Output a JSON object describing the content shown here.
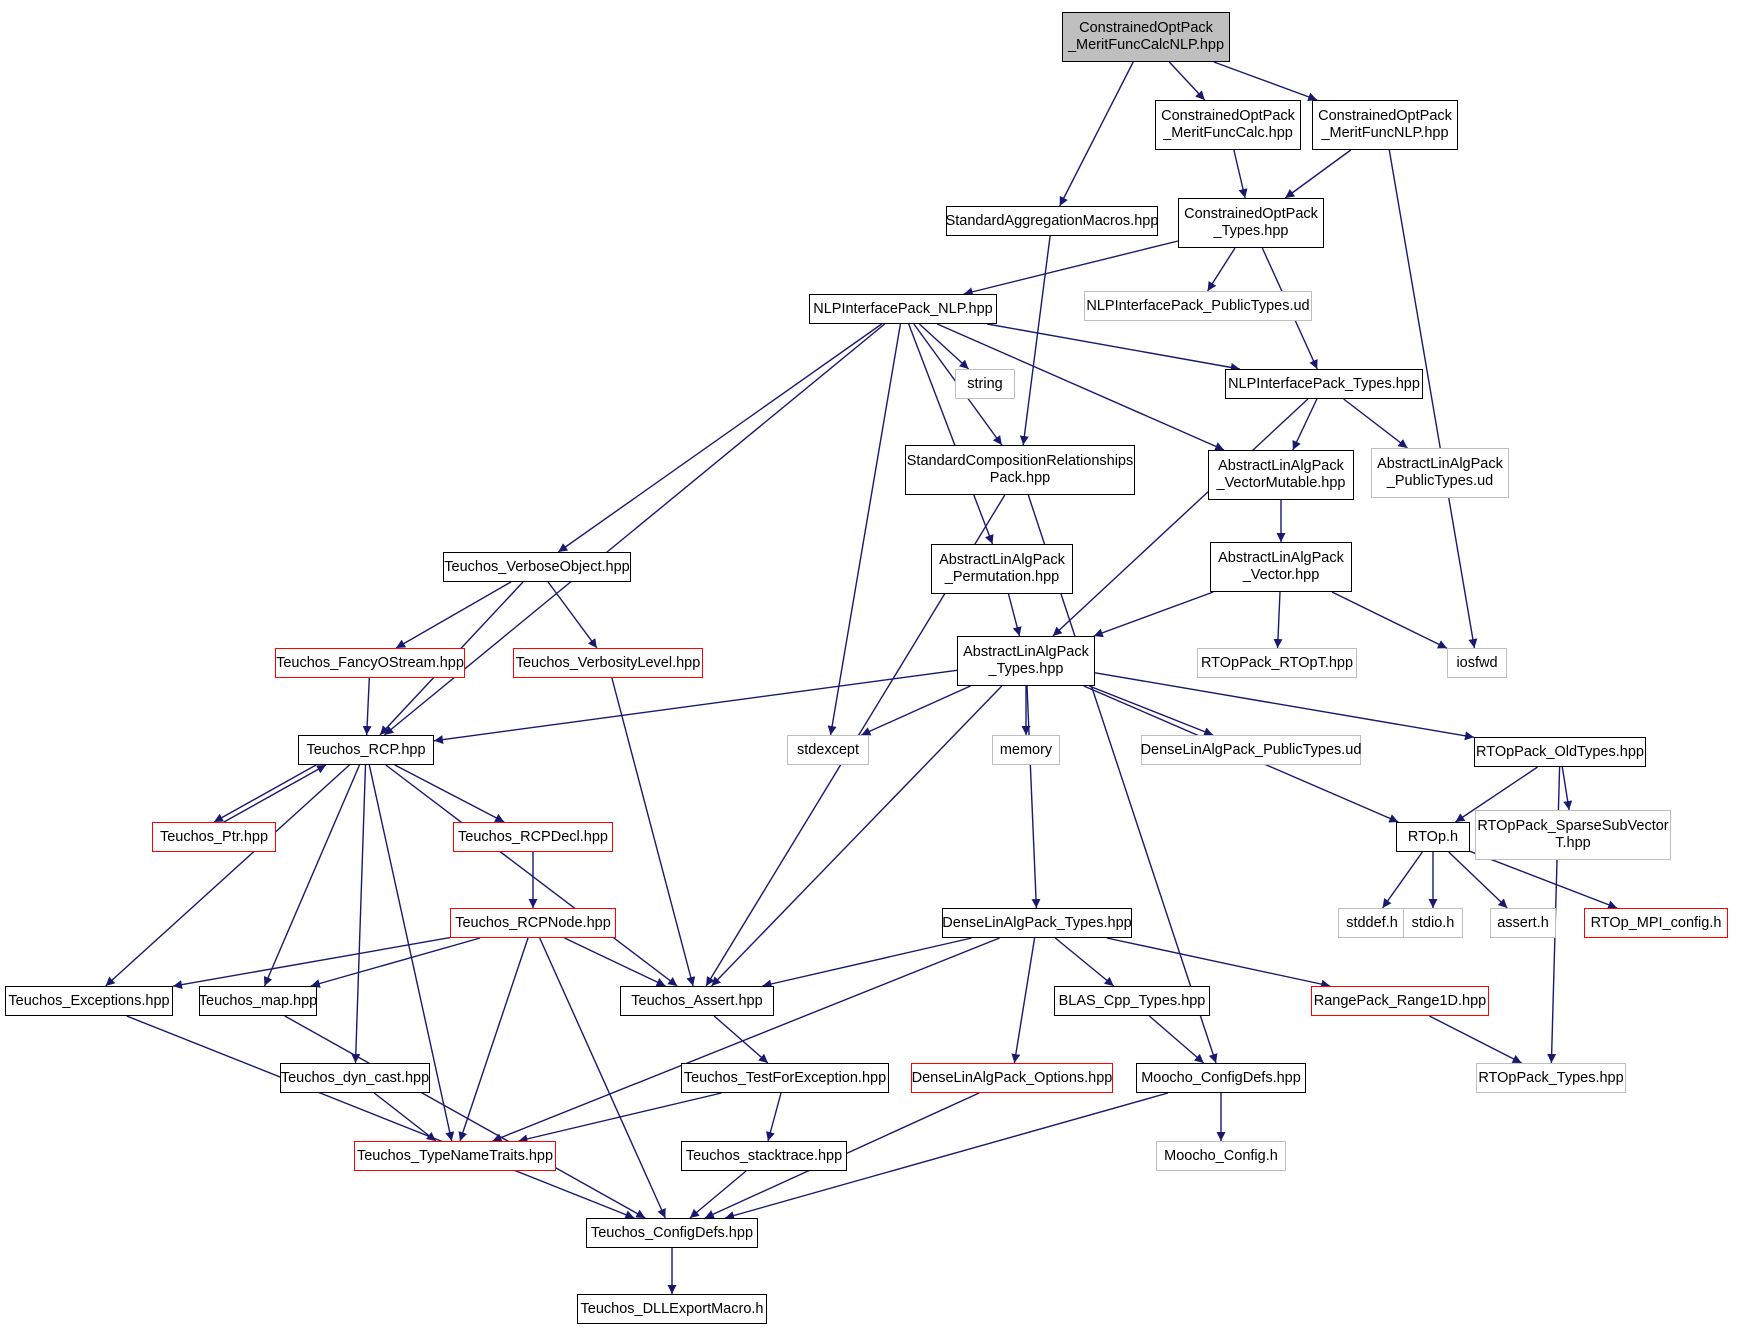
{
  "diagram": {
    "edge_color": "#191970",
    "nodes": [
      {
        "id": "root",
        "lines": [
          "ConstrainedOptPack",
          "_MeritFuncCalcNLP.hpp"
        ],
        "style": "root"
      },
      {
        "id": "sam",
        "lines": [
          "StandardAggregationMacros.hpp"
        ],
        "style": "normal"
      },
      {
        "id": "mfc",
        "lines": [
          "ConstrainedOptPack",
          "_MeritFuncCalc.hpp"
        ],
        "style": "normal"
      },
      {
        "id": "mfnlp",
        "lines": [
          "ConstrainedOptPack",
          "_MeritFuncNLP.hpp"
        ],
        "style": "normal"
      },
      {
        "id": "cotypes",
        "lines": [
          "ConstrainedOptPack",
          "_Types.hpp"
        ],
        "style": "normal"
      },
      {
        "id": "nlp",
        "lines": [
          "NLPInterfacePack_NLP.hpp"
        ],
        "style": "normal"
      },
      {
        "id": "nlpud",
        "lines": [
          "NLPInterfacePack_PublicTypes.ud"
        ],
        "style": "gray"
      },
      {
        "id": "string",
        "lines": [
          "string"
        ],
        "style": "gray"
      },
      {
        "id": "nlptypes",
        "lines": [
          "NLPInterfacePack_Types.hpp"
        ],
        "style": "normal"
      },
      {
        "id": "scr",
        "lines": [
          "StandardCompositionRelationships",
          "Pack.hpp"
        ],
        "style": "normal"
      },
      {
        "id": "vm",
        "lines": [
          "AbstractLinAlgPack",
          "_VectorMutable.hpp"
        ],
        "style": "normal"
      },
      {
        "id": "alapud",
        "lines": [
          "AbstractLinAlgPack",
          "_PublicTypes.ud"
        ],
        "style": "gray"
      },
      {
        "id": "vo",
        "lines": [
          "Teuchos_VerboseObject.hpp"
        ],
        "style": "normal"
      },
      {
        "id": "perm",
        "lines": [
          "AbstractLinAlgPack",
          "_Permutation.hpp"
        ],
        "style": "normal"
      },
      {
        "id": "vec",
        "lines": [
          "AbstractLinAlgPack",
          "_Vector.hpp"
        ],
        "style": "normal"
      },
      {
        "id": "fos",
        "lines": [
          "Teuchos_FancyOStream.hpp"
        ],
        "style": "red"
      },
      {
        "id": "vl",
        "lines": [
          "Teuchos_VerbosityLevel.hpp"
        ],
        "style": "red"
      },
      {
        "id": "alaptypes",
        "lines": [
          "AbstractLinAlgPack",
          "_Types.hpp"
        ],
        "style": "normal"
      },
      {
        "id": "rtopt",
        "lines": [
          "RTOpPack_RTOpT.hpp"
        ],
        "style": "gray"
      },
      {
        "id": "iosfwd",
        "lines": [
          "iosfwd"
        ],
        "style": "gray"
      },
      {
        "id": "rcp",
        "lines": [
          "Teuchos_RCP.hpp"
        ],
        "style": "normal"
      },
      {
        "id": "stdexcept",
        "lines": [
          "stdexcept"
        ],
        "style": "gray"
      },
      {
        "id": "memory",
        "lines": [
          "memory"
        ],
        "style": "gray"
      },
      {
        "id": "dlapud",
        "lines": [
          "DenseLinAlgPack_PublicTypes.ud"
        ],
        "style": "gray"
      },
      {
        "id": "oldtypes",
        "lines": [
          "RTOpPack_OldTypes.hpp"
        ],
        "style": "normal"
      },
      {
        "id": "ptr",
        "lines": [
          "Teuchos_Ptr.hpp"
        ],
        "style": "red"
      },
      {
        "id": "rcpdecl",
        "lines": [
          "Teuchos_RCPDecl.hpp"
        ],
        "style": "red"
      },
      {
        "id": "rtoph",
        "lines": [
          "RTOp.h"
        ],
        "style": "normal"
      },
      {
        "id": "sparse",
        "lines": [
          "RTOpPack_SparseSubVector",
          "T.hpp"
        ],
        "style": "gray"
      },
      {
        "id": "rcpnode",
        "lines": [
          "Teuchos_RCPNode.hpp"
        ],
        "style": "red"
      },
      {
        "id": "dlaptypes",
        "lines": [
          "DenseLinAlgPack_Types.hpp"
        ],
        "style": "normal"
      },
      {
        "id": "stddef",
        "lines": [
          "stddef.h"
        ],
        "style": "gray"
      },
      {
        "id": "stdio",
        "lines": [
          "stdio.h"
        ],
        "style": "gray"
      },
      {
        "id": "assert",
        "lines": [
          "assert.h"
        ],
        "style": "gray"
      },
      {
        "id": "mpi",
        "lines": [
          "RTOp_MPI_config.h"
        ],
        "style": "red"
      },
      {
        "id": "exc",
        "lines": [
          "Teuchos_Exceptions.hpp"
        ],
        "style": "normal"
      },
      {
        "id": "map",
        "lines": [
          "Teuchos_map.hpp"
        ],
        "style": "normal"
      },
      {
        "id": "tassert",
        "lines": [
          "Teuchos_Assert.hpp"
        ],
        "style": "normal"
      },
      {
        "id": "blas",
        "lines": [
          "BLAS_Cpp_Types.hpp"
        ],
        "style": "normal"
      },
      {
        "id": "range",
        "lines": [
          "RangePack_Range1D.hpp"
        ],
        "style": "red"
      },
      {
        "id": "dyncast",
        "lines": [
          "Teuchos_dyn_cast.hpp"
        ],
        "style": "normal"
      },
      {
        "id": "tfe",
        "lines": [
          "Teuchos_TestForException.hpp"
        ],
        "style": "normal"
      },
      {
        "id": "dlapopt",
        "lines": [
          "DenseLinAlgPack_Options.hpp"
        ],
        "style": "red"
      },
      {
        "id": "mcd",
        "lines": [
          "Moocho_ConfigDefs.hpp"
        ],
        "style": "normal"
      },
      {
        "id": "rtoptypes",
        "lines": [
          "RTOpPack_Types.hpp"
        ],
        "style": "gray"
      },
      {
        "id": "tnt",
        "lines": [
          "Teuchos_TypeNameTraits.hpp"
        ],
        "style": "red"
      },
      {
        "id": "stack",
        "lines": [
          "Teuchos_stacktrace.hpp"
        ],
        "style": "normal"
      },
      {
        "id": "mconfig",
        "lines": [
          "Moocho_Config.h"
        ],
        "style": "gray"
      },
      {
        "id": "tcd",
        "lines": [
          "Teuchos_ConfigDefs.hpp"
        ],
        "style": "normal"
      },
      {
        "id": "dll",
        "lines": [
          "Teuchos_DLLExportMacro.h"
        ],
        "style": "normal"
      }
    ],
    "edges": [
      [
        "root",
        "sam"
      ],
      [
        "root",
        "mfc"
      ],
      [
        "root",
        "mfnlp"
      ],
      [
        "mfc",
        "cotypes"
      ],
      [
        "mfnlp",
        "cotypes"
      ],
      [
        "mfnlp",
        "iosfwd"
      ],
      [
        "sam",
        "scr"
      ],
      [
        "cotypes",
        "nlp"
      ],
      [
        "cotypes",
        "nlpud"
      ],
      [
        "cotypes",
        "nlptypes"
      ],
      [
        "nlp",
        "rcp"
      ],
      [
        "nlp",
        "vo"
      ],
      [
        "nlp",
        "stdexcept"
      ],
      [
        "nlp",
        "perm"
      ],
      [
        "nlp",
        "scr"
      ],
      [
        "nlp",
        "string"
      ],
      [
        "nlp",
        "vm"
      ],
      [
        "nlp",
        "nlptypes"
      ],
      [
        "nlptypes",
        "alaptypes"
      ],
      [
        "nlptypes",
        "vm"
      ],
      [
        "nlptypes",
        "alapud"
      ],
      [
        "scr",
        "tassert"
      ],
      [
        "scr",
        "mcd"
      ],
      [
        "vm",
        "vec"
      ],
      [
        "vo",
        "fos"
      ],
      [
        "vo",
        "vl"
      ],
      [
        "vo",
        "rcp"
      ],
      [
        "perm",
        "alaptypes"
      ],
      [
        "vec",
        "alaptypes"
      ],
      [
        "vec",
        "rtopt"
      ],
      [
        "vec",
        "iosfwd"
      ],
      [
        "fos",
        "rcp"
      ],
      [
        "vl",
        "tassert"
      ],
      [
        "alaptypes",
        "rcp"
      ],
      [
        "alaptypes",
        "stdexcept"
      ],
      [
        "alaptypes",
        "memory"
      ],
      [
        "alaptypes",
        "dlapud"
      ],
      [
        "alaptypes",
        "oldtypes"
      ],
      [
        "alaptypes",
        "rtoph"
      ],
      [
        "alaptypes",
        "dlaptypes"
      ],
      [
        "alaptypes",
        "tassert"
      ],
      [
        "oldtypes",
        "rtoph"
      ],
      [
        "oldtypes",
        "sparse"
      ],
      [
        "oldtypes",
        "rtoptypes"
      ],
      [
        "rcp",
        "ptr"
      ],
      [
        "ptr",
        "rcp"
      ],
      [
        "rcp",
        "rcpdecl"
      ],
      [
        "rcp",
        "exc"
      ],
      [
        "rcp",
        "map"
      ],
      [
        "rcp",
        "dyncast"
      ],
      [
        "rcp",
        "tnt"
      ],
      [
        "rcp",
        "tassert"
      ],
      [
        "rcpdecl",
        "rcpnode"
      ],
      [
        "rcpnode",
        "exc"
      ],
      [
        "rcpnode",
        "map"
      ],
      [
        "rcpnode",
        "tassert"
      ],
      [
        "rcpnode",
        "tnt"
      ],
      [
        "rcpnode",
        "tcd"
      ],
      [
        "rtoph",
        "stddef"
      ],
      [
        "rtoph",
        "stdio"
      ],
      [
        "rtoph",
        "assert"
      ],
      [
        "rtoph",
        "mpi"
      ],
      [
        "dlaptypes",
        "tassert"
      ],
      [
        "dlaptypes",
        "tnt"
      ],
      [
        "dlaptypes",
        "dlapopt"
      ],
      [
        "dlaptypes",
        "blas"
      ],
      [
        "dlaptypes",
        "range"
      ],
      [
        "tassert",
        "tfe"
      ],
      [
        "blas",
        "mcd"
      ],
      [
        "range",
        "rtoptypes"
      ],
      [
        "exc",
        "tcd"
      ],
      [
        "map",
        "tcd"
      ],
      [
        "dyncast",
        "tnt"
      ],
      [
        "tfe",
        "tnt"
      ],
      [
        "tfe",
        "stack"
      ],
      [
        "dlapopt",
        "tcd"
      ],
      [
        "mcd",
        "tcd"
      ],
      [
        "mcd",
        "mconfig"
      ],
      [
        "stack",
        "tcd"
      ],
      [
        "tcd",
        "dll"
      ]
    ]
  }
}
